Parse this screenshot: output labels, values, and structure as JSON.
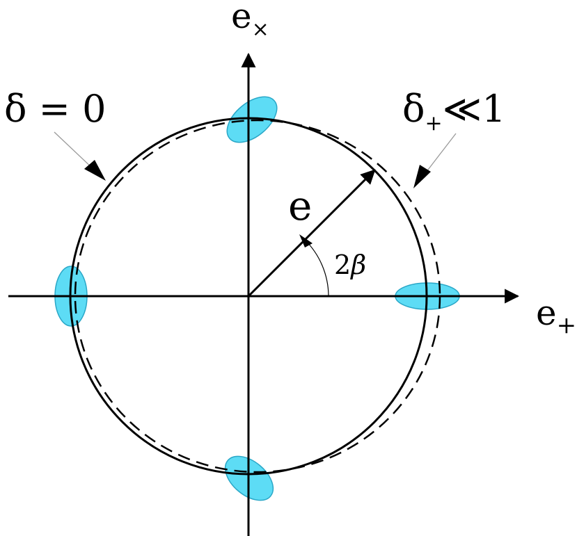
{
  "labels": {
    "axis_y_main": "e",
    "axis_y_sub": "×",
    "axis_x_main": "e",
    "axis_x_sub": "+",
    "delta_zero": "δ = 0",
    "delta_plus_main": "δ",
    "delta_plus_sub": "+",
    "delta_plus_rel": "≪1",
    "vector": "e",
    "angle_num": "2",
    "angle_sym": "β"
  },
  "colors": {
    "stroke": "#000000",
    "ellipse_fill": "#5ddcf5",
    "ellipse_stroke": "#2aa7c7",
    "pointer": "#9a9a9a",
    "background": "#ffffff"
  }
}
